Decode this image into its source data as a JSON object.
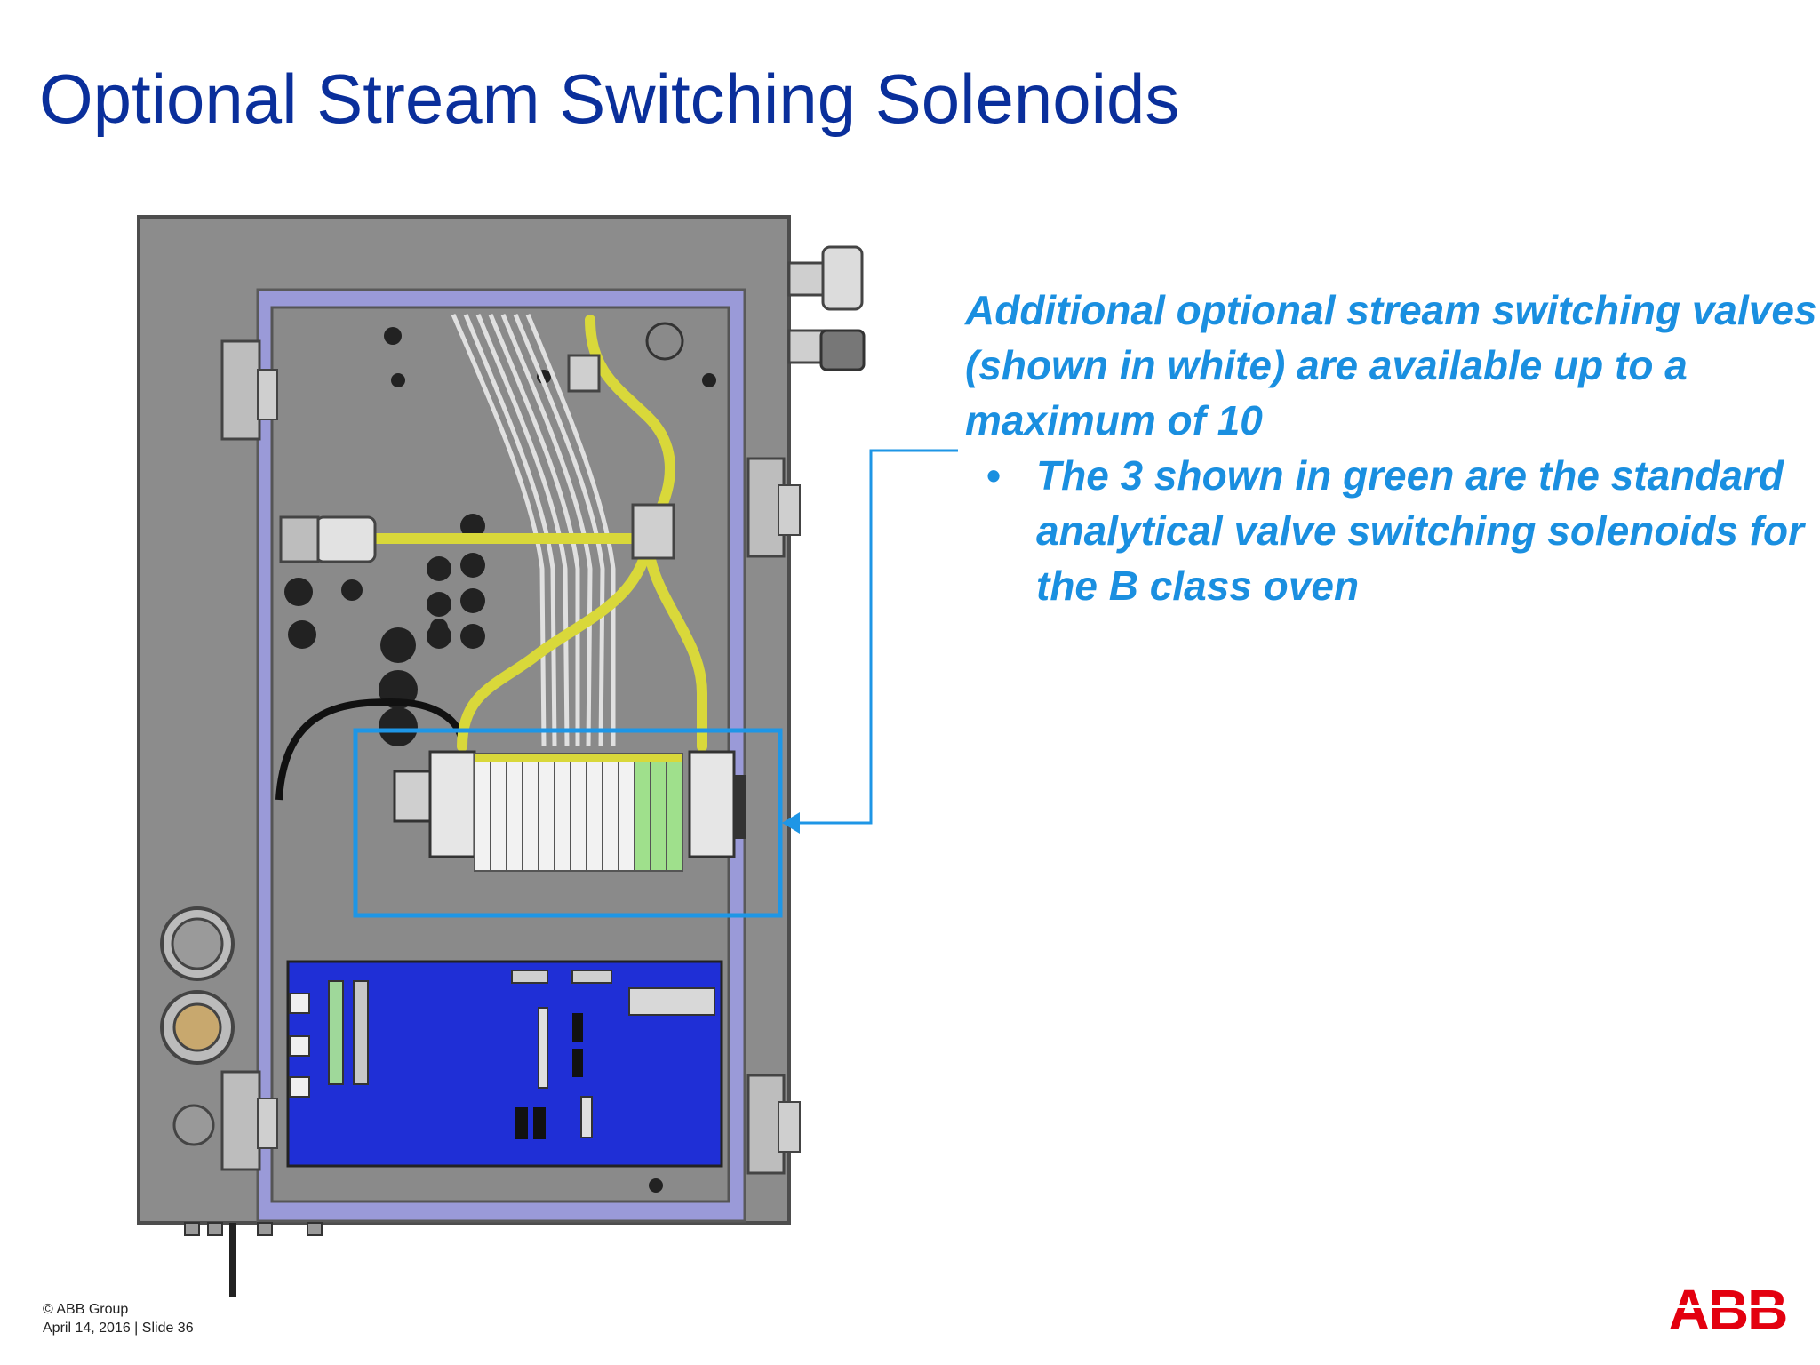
{
  "slide": {
    "title": "Optional Stream Switching Solenoids"
  },
  "callout": {
    "text": "Additional optional stream switching valves (shown in white) are available up to a maximum of 10",
    "bullets": [
      "The 3 shown in green are the standard analytical valve switching solenoids for the B class oven"
    ],
    "bullet_glyph": "•",
    "color": "#1a8fe0"
  },
  "footer": {
    "copyright": "© ABB Group",
    "date_slide": "April 14, 2016 | Slide 36"
  },
  "logo": {
    "text": "ABB",
    "color": "#e3000f"
  },
  "colors": {
    "title": "#0a2f9b",
    "highlight_box": "#1e96e6",
    "pcb": "#1f2fd6",
    "tubing": "#d9d83a",
    "valve_white": "#f2f2f2",
    "valve_green": "#9fe08c"
  }
}
